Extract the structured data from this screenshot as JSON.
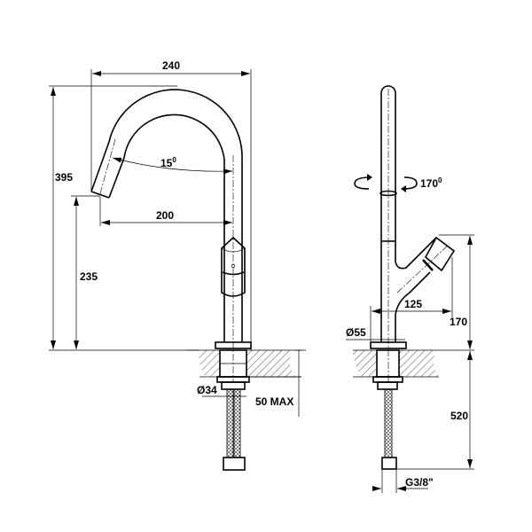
{
  "title": "Faucet dimension drawing",
  "side_view": {
    "width_top": "240",
    "total_height": "395",
    "spout_height": "235",
    "reach": "200",
    "angle": "15",
    "angle_unit": "0",
    "connector_diameter": "Ø34",
    "counter_thickness": "50 MAX"
  },
  "front_view": {
    "rotation": "170",
    "rotation_unit": "0",
    "spout_reach": "125",
    "spout_height": "170",
    "base_diameter": "Ø55",
    "hose_length": "520",
    "thread": "G3/8\""
  }
}
